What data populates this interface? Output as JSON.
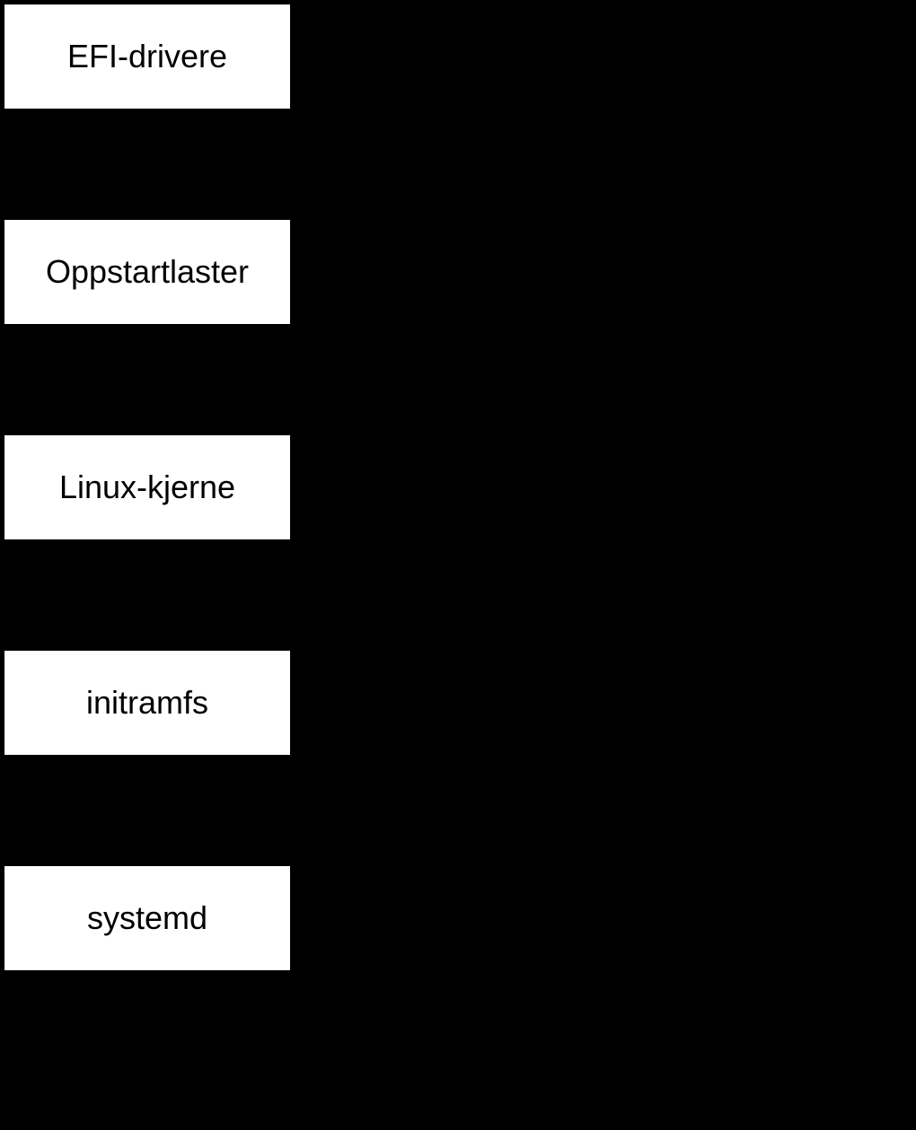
{
  "colors": {
    "background": "#000000",
    "node_fill": "#ffffff",
    "node_text": "#000000"
  },
  "diagram": {
    "type": "flowchart",
    "orientation": "vertical",
    "nodes": [
      {
        "label": "EFI-drivere"
      },
      {
        "label": "Oppstartlaster"
      },
      {
        "label": "Linux-kjerne"
      },
      {
        "label": "initramfs"
      },
      {
        "label": "systemd"
      }
    ]
  }
}
